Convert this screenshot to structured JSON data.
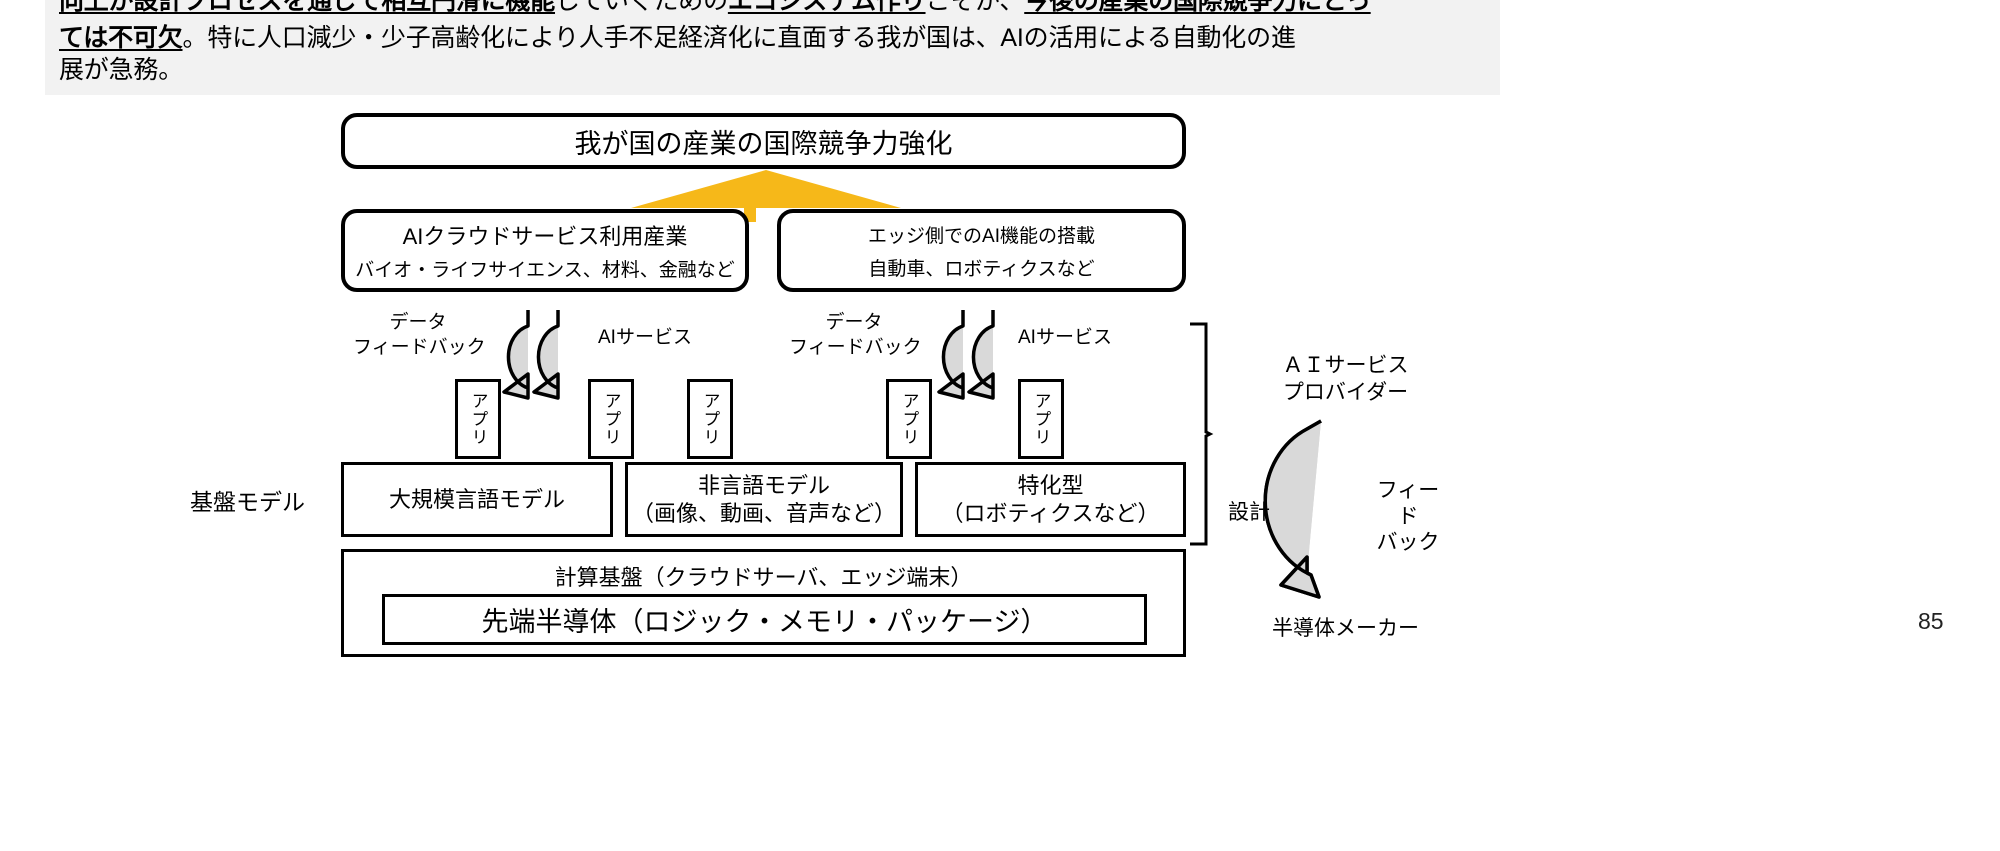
{
  "banner": {
    "line1_prefix": "向上が設計プロセスを通じて相互円滑に機能",
    "line1_mid": "していくための",
    "line1_bold2": "エコシステム作り",
    "line1_tail": "こそが、",
    "line1_bold3": "今後の産業の国際競争力にとっ",
    "line2_bold": "ては不可欠",
    "line2_rest": "。特に人口減少・少子高齢化により人手不足経済化に直面する我が国は、AIの活用による自動化の進",
    "line3": "展が急務。"
  },
  "diagram": {
    "goal": "我が国の産業の国際競争力強化",
    "industry_left": {
      "title": "AIクラウドサービス利用産業",
      "subtitle": "バイオ・ライフサイエンス、材料、金融など"
    },
    "industry_right": {
      "title": "エッジ側でのAI機能の搭載",
      "subtitle": "自動車、ロボティクスなど"
    },
    "cycle_left": {
      "data_feedback": "データ\nフィードバック",
      "data_feedback_l1": "データ",
      "data_feedback_l2": "フィードバック",
      "ai_service": "AIサービス"
    },
    "cycle_right": {
      "data_feedback_l1": "データ",
      "data_feedback_l2": "フィードバック",
      "ai_service": "AIサービス"
    },
    "apps": [
      "アプリ",
      "アプリ",
      "アプリ",
      "アプリ",
      "アプリ"
    ],
    "foundation_label": "基盤モデル",
    "foundation_models": [
      {
        "line1": "大規模言語モデル",
        "line2": ""
      },
      {
        "line1": "非言語モデル",
        "line2": "（画像、動画、音声など）"
      },
      {
        "line1": "特化型",
        "line2": "（ロボティクスなど）"
      }
    ],
    "compute_base": "計算基盤（クラウドサーバ、エッジ端末）",
    "semiconductor": "先端半導体（ロジック・メモリ・パッケージ）",
    "right_cycle": {
      "provider_l1": "ＡＩサービス",
      "provider_l2": "プロバイダー",
      "maker": "半導体メーカー",
      "design": "設計",
      "feedback_l1": "フィード",
      "feedback_l2": "バック"
    }
  },
  "page_number": "85",
  "colors": {
    "arrow_yellow": "#f6b819",
    "banner_bg": "#f2f2f2",
    "cycle_fill": "#d9d9d9",
    "line": "#000000"
  }
}
